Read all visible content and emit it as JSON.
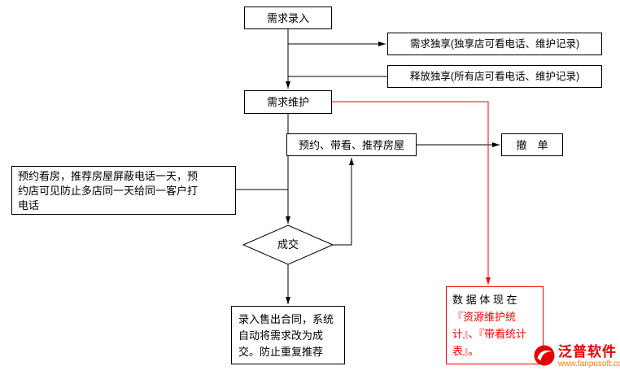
{
  "nodes": {
    "demand_entry": "需求录入",
    "demand_exclusive": "需求独享(独享店可看电话、维护记录)",
    "release_exclusive": "释放独享(所有店可看电话、维护记录)",
    "demand_maintenance": "需求维护",
    "appointment": "预约、带看、推荐房屋",
    "cancel_order": "撤　单",
    "left_note": "预约看房，推荐房屋屏蔽电话一天，预\n约店可见防止多店同一天给同一客户打\n电话",
    "deal": "成交",
    "contract_note": "录入售出合同，系统\n自动将需求改为成\n交。防止重复推荐",
    "data_note_black": "数 据 体 现 在",
    "data_note_red": "『资源维护统计』、『带看统计表』。"
  },
  "watermark": {
    "brand": "泛普软件",
    "url": "www.fanpusoft.com"
  },
  "colors": {
    "line": "#000000",
    "highlight": "#ff0000",
    "box_border": "#000000",
    "brand": "#e60000",
    "url_text": "#ff7e00",
    "background": "#ffffff"
  }
}
